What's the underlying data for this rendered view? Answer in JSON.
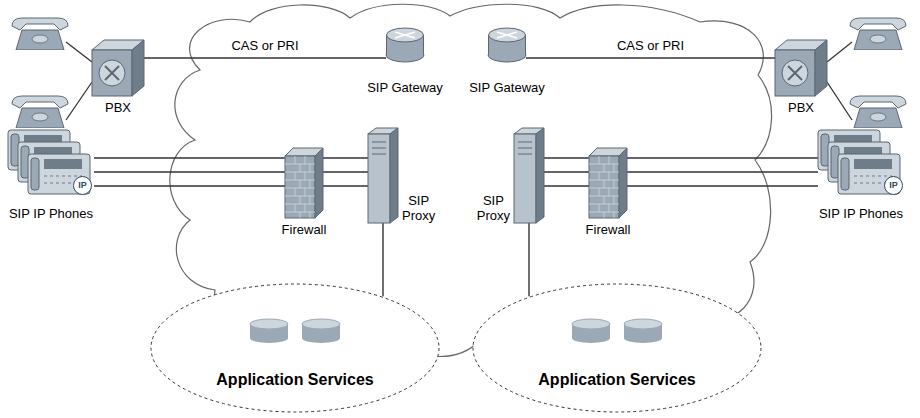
{
  "diagram": {
    "nodes": [
      {
        "text": [
          "PBX"
        ]
      },
      {
        "text": [
          "SIP Gateway"
        ]
      },
      {
        "text": [
          "SIP Gateway"
        ]
      },
      {
        "text": [
          "PBX"
        ]
      },
      {
        "text": [
          "SIP IP Phones"
        ]
      },
      {
        "text": [
          "Firewall"
        ]
      },
      {
        "text": [
          "SIP Proxy"
        ]
      },
      {
        "text": [
          "SIP Proxy"
        ]
      },
      {
        "text": [
          "Firewall"
        ]
      },
      {
        "text": [
          "SIP IP Phones"
        ]
      },
      {
        "text": [
          "Application Services"
        ]
      },
      {
        "text": [
          "Application Services"
        ]
      }
    ],
    "edges": [
      {
        "from": 0,
        "to": 1,
        "label": "CAS or PRI",
        "arrow": "none"
      },
      {
        "from": 2,
        "to": 3,
        "label": "CAS or PRI",
        "arrow": "none"
      },
      {
        "from": 4,
        "to": 5,
        "arrow": "none"
      },
      {
        "from": 5,
        "to": 6,
        "arrow": "none"
      },
      {
        "from": 6,
        "to": 10,
        "arrow": "none"
      },
      {
        "from": 9,
        "to": 8,
        "arrow": "none"
      },
      {
        "from": 8,
        "to": 7,
        "arrow": "none"
      },
      {
        "from": 7,
        "to": 11,
        "arrow": "none"
      }
    ],
    "labels": [
      "IP",
      "IP"
    ]
  }
}
